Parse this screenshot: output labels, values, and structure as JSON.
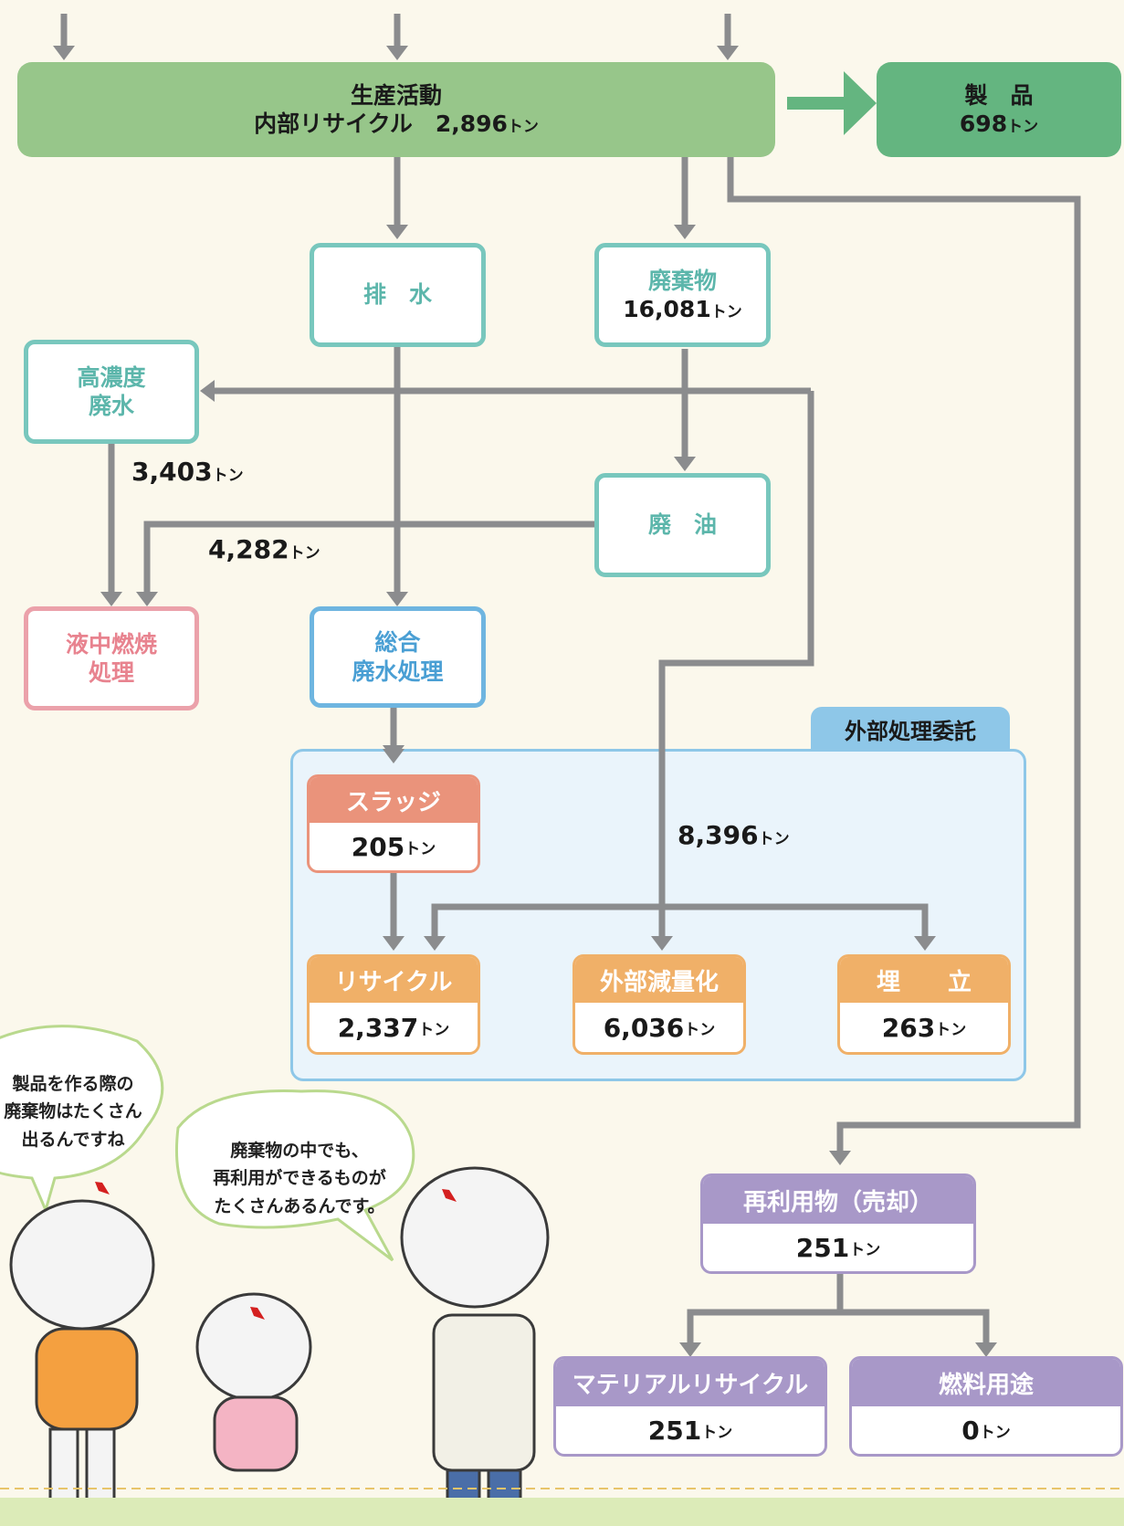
{
  "unit": "トン",
  "production": {
    "title": "生産活動",
    "subtitle": "内部リサイクル　2,896",
    "unit": "トン"
  },
  "product": {
    "title": "製　品",
    "value": "698",
    "unit": "トン"
  },
  "drainage": {
    "title": "排　水"
  },
  "waste": {
    "title": "廃棄物",
    "value": "16,081",
    "unit": "トン"
  },
  "high_conc": {
    "line1": "高濃度",
    "line2": "廃水"
  },
  "waste_oil": {
    "title": "廃　油"
  },
  "liquid_incin": {
    "line1": "液中燃焼",
    "line2": "処理"
  },
  "general_treat": {
    "line1": "総合",
    "line2": "廃水処理"
  },
  "flows": {
    "high_conc_amount": "3,403",
    "oil_amount": "4,282",
    "external_amount": "8,396"
  },
  "external": {
    "title": "外部処理委託",
    "sludge": {
      "title": "スラッジ",
      "value": "205"
    },
    "recycle": {
      "title": "リサイクル",
      "value": "2,337"
    },
    "reduction": {
      "title": "外部減量化",
      "value": "6,036"
    },
    "landfill": {
      "title": "埋　　立",
      "value": "263"
    }
  },
  "reuse": {
    "title": "再利用物（売却）",
    "value": "251"
  },
  "material_recycle": {
    "title": "マテリアルリサイクル",
    "value": "251"
  },
  "fuel_use": {
    "title": "燃料用途",
    "value": "0"
  },
  "bubbles": {
    "left": [
      "製品を作る際の",
      "廃棄物はたくさん",
      "出るんですね"
    ],
    "middle": [
      "廃棄物の中でも、",
      "再利用ができるものが",
      "たくさんあるんです。"
    ]
  }
}
